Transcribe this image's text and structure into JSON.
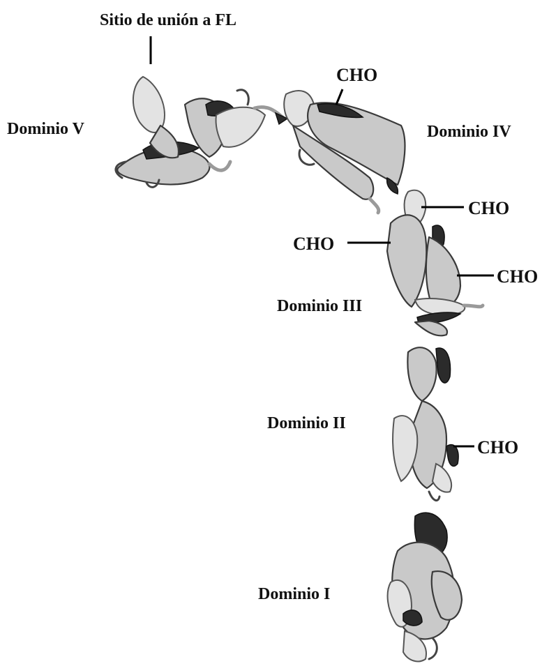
{
  "figure": {
    "binding_site_label": "Sitio de unión a FL",
    "domains": {
      "v": "Dominio V",
      "iv": "Dominio IV",
      "iii": "Dominio III",
      "ii": "Dominio II",
      "i": "Dominio I"
    },
    "cho_labels": {
      "domain_iv": "CHO",
      "domain_iii_right_top": "CHO",
      "domain_iii_left": "CHO",
      "domain_iii_right_bottom": "CHO",
      "domain_ii": "CHO"
    }
  }
}
